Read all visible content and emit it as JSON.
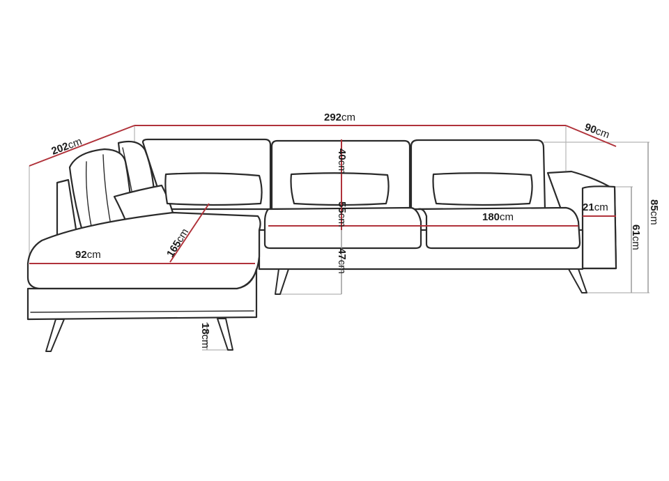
{
  "dimensions": {
    "total_length": {
      "value": "292",
      "unit": "cm"
    },
    "chaise_length": {
      "value": "202",
      "unit": "cm"
    },
    "depth": {
      "value": "90",
      "unit": "cm"
    },
    "back_height": {
      "value": "40",
      "unit": "cm"
    },
    "seat_height": {
      "value": "55",
      "unit": "cm"
    },
    "seat_to_leg": {
      "value": "47",
      "unit": "cm"
    },
    "seat_width": {
      "value": "180",
      "unit": "cm"
    },
    "chaise_seat_length": {
      "value": "165",
      "unit": "cm"
    },
    "chaise_seat_width": {
      "value": "92",
      "unit": "cm"
    },
    "leg_height": {
      "value": "18",
      "unit": "cm"
    },
    "arm_width": {
      "value": "21",
      "unit": "cm"
    },
    "arm_height": {
      "value": "61",
      "unit": "cm"
    },
    "total_height": {
      "value": "85",
      "unit": "cm"
    }
  },
  "colors": {
    "outline": "#2a2a2a",
    "dimension_line": "#b0323a",
    "extension_line": "#9a9a9a"
  }
}
